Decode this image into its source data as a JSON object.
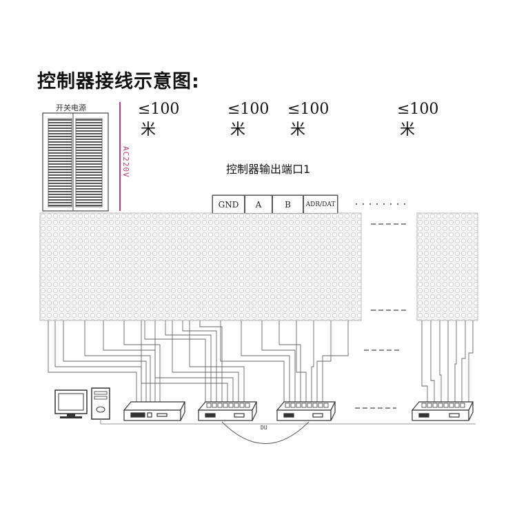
{
  "title": "控制器接线示意图:",
  "power_supply": {
    "label": "开关电源",
    "voltage_label": "AC220V"
  },
  "distances": [
    {
      "value": "≤100",
      "unit": "米"
    },
    {
      "value": "≤100",
      "unit": "米"
    },
    {
      "value": "≤100",
      "unit": "米"
    },
    {
      "value": "≤100",
      "unit": "米"
    }
  ],
  "output_port": {
    "title": "控制器输出端口1",
    "terminals": [
      "GND",
      "A",
      "B",
      "ADR/DAT"
    ]
  },
  "cascade_label": "DU",
  "colors": {
    "ac_line": "#c23a7c",
    "wire": "#666666",
    "led_panel": "#e6e6e6"
  },
  "icons": [
    "switching-power-supply-icon",
    "computer-monitor-icon",
    "pc-tower-icon",
    "led-controller-icon"
  ]
}
